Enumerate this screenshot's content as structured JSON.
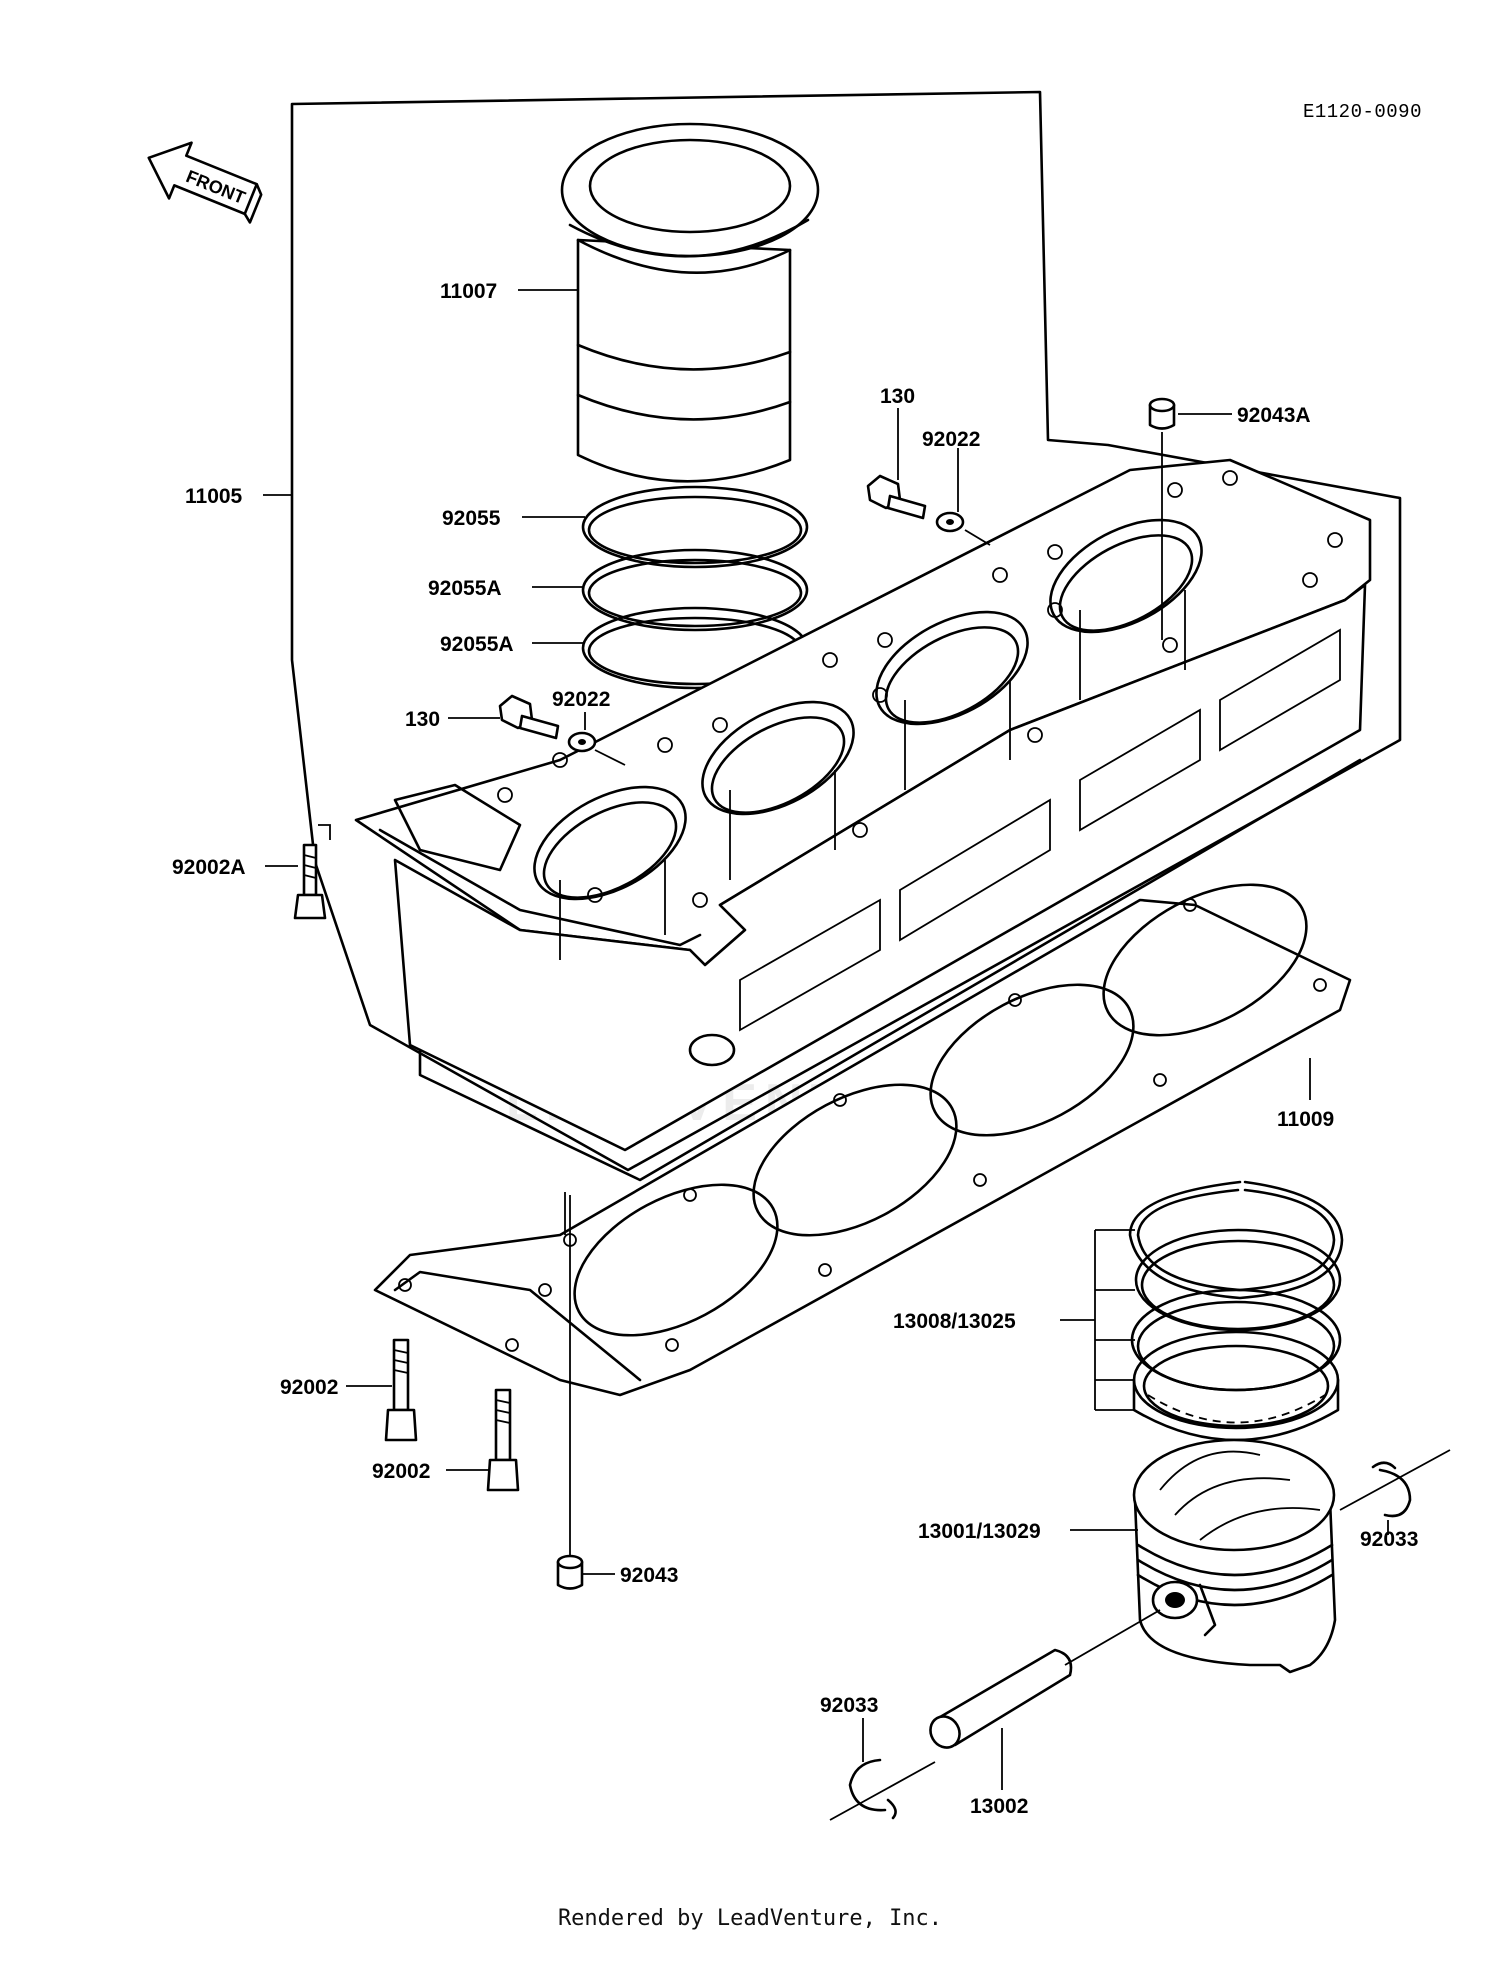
{
  "diagram": {
    "code": "E1120-0090",
    "front_label": "FRONT",
    "watermark": "LEADVENTURE",
    "footer": "Rendered by LeadVenture, Inc.",
    "parts": {
      "p11007": "11007",
      "p11005": "11005",
      "p130_top": "130",
      "p92022_top": "92022",
      "p92043A": "92043A",
      "p92055": "92055",
      "p92055A_1": "92055A",
      "p92055A_2": "92055A",
      "p130_mid": "130",
      "p92022_mid": "92022",
      "p92002A": "92002A",
      "p11009": "11009",
      "p13008": "13008/13025",
      "p92002_1": "92002",
      "p92002_2": "92002",
      "p92043": "92043",
      "p13001": "13001/13029",
      "p92033_right": "92033",
      "p92033_left": "92033",
      "p13002": "13002"
    }
  }
}
